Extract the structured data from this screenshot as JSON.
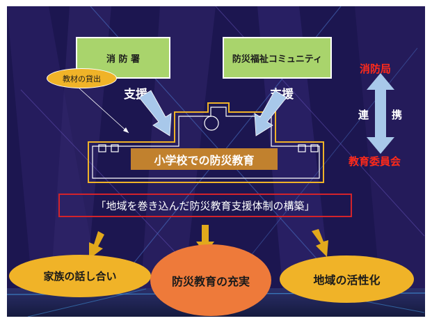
{
  "top_boxes": {
    "fire_station": "消 防 署",
    "community": "防災福祉コミュニティ"
  },
  "support_labels": [
    "支援",
    "支援"
  ],
  "materials_oval": "教材の貸出",
  "school_title": "小学校での防災教育",
  "right_panel": {
    "top": "消防局",
    "middle_left": "連",
    "middle_right": "携",
    "bottom": "教育委員会"
  },
  "banner": "「地域を巻き込んだ防災教育支援体制の構築」",
  "outcomes": [
    "家族の話し合い",
    "防災教育の充実",
    "地域の活性化"
  ],
  "colors": {
    "background": "#1a1548",
    "green_box": "#a9d46c",
    "school_title": "#c1812e",
    "oval_yellow": "#f0b328",
    "oval_orange": "#ee7a3a",
    "accent_red": "#ff2a1a",
    "arrow_blue": "#a8c8ea",
    "arrow_gold": "#e2a91c"
  }
}
